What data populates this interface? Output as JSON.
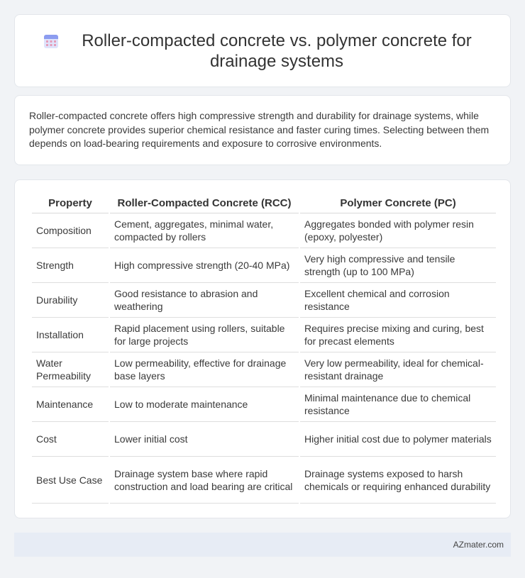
{
  "header": {
    "title": "Roller-compacted concrete vs. polymer concrete for drainage systems",
    "icon": "calendar-icon"
  },
  "summary": {
    "text": "Roller-compacted concrete offers high compressive strength and durability for drainage systems, while polymer concrete provides superior chemical resistance and faster curing times. Selecting between them depends on load-bearing requirements and exposure to corrosive environments."
  },
  "table": {
    "headers": [
      "Property",
      "Roller-Compacted Concrete (RCC)",
      "Polymer Concrete (PC)"
    ],
    "rows": [
      [
        "Composition",
        "Cement, aggregates, minimal water, compacted by rollers",
        "Aggregates bonded with polymer resin (epoxy, polyester)"
      ],
      [
        "Strength",
        "High compressive strength (20-40 MPa)",
        "Very high compressive and tensile strength (up to 100 MPa)"
      ],
      [
        "Durability",
        "Good resistance to abrasion and weathering",
        "Excellent chemical and corrosion resistance"
      ],
      [
        "Installation",
        "Rapid placement using rollers, suitable for large projects",
        "Requires precise mixing and curing, best for precast elements"
      ],
      [
        "Water Permeability",
        "Low permeability, effective for drainage base layers",
        "Very low permeability, ideal for chemical-resistant drainage"
      ],
      [
        "Maintenance",
        "Low to moderate maintenance",
        "Minimal maintenance due to chemical resistance"
      ],
      [
        "Cost",
        "Lower initial cost",
        "Higher initial cost due to polymer materials"
      ],
      [
        "Best Use Case",
        "Drainage system base where rapid construction and load bearing are critical",
        "Drainage systems exposed to harsh chemicals or requiring enhanced durability"
      ]
    ]
  },
  "footer": {
    "text": "AZmater.com"
  }
}
